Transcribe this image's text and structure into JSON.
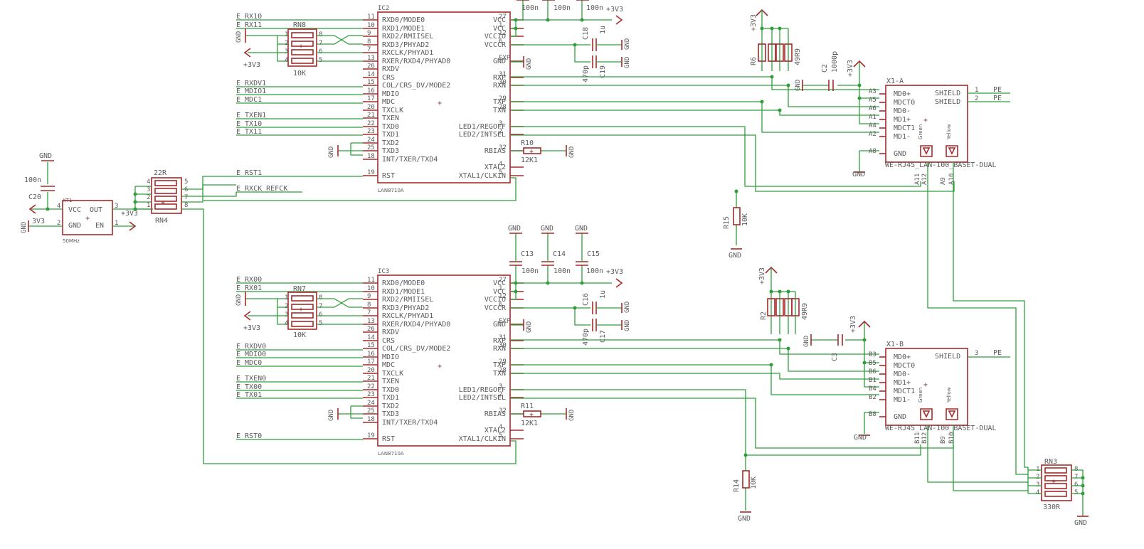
{
  "ic2": {
    "name": "IC2",
    "part": "LAN8710A",
    "left_pins": [
      {
        "num": "11",
        "label": "RXD0/MODE0"
      },
      {
        "num": "10",
        "label": "RXD1/MODE1"
      },
      {
        "num": "9",
        "label": "RXD2/RMIISEL"
      },
      {
        "num": "8",
        "label": "RXD3/PHYAD2"
      },
      {
        "num": "7",
        "label": "RXCLK/PHYAD1"
      },
      {
        "num": "13",
        "label": "RXER/RXD4/PHYAD0"
      },
      {
        "num": "26",
        "label": "RXDV"
      },
      {
        "num": "14",
        "label": "CRS"
      },
      {
        "num": "15",
        "label": "COL/CRS_DV/MODE2"
      },
      {
        "num": "16",
        "label": "MDIO"
      },
      {
        "num": "17",
        "label": "MDC"
      },
      {
        "num": "20",
        "label": "TXCLK"
      },
      {
        "num": "21",
        "label": "TXEN"
      },
      {
        "num": "22",
        "label": "TXD0"
      },
      {
        "num": "23",
        "label": "TXD1"
      },
      {
        "num": "24",
        "label": "TXD2"
      },
      {
        "num": "25",
        "label": "TXD3"
      },
      {
        "num": "18",
        "label": "INT/TXER/TXD4"
      },
      {
        "num": "19",
        "label": "RST"
      }
    ],
    "right_pins": [
      {
        "num": "27",
        "label": "VCC"
      },
      {
        "num": "1",
        "label": "VCC"
      },
      {
        "num": "12",
        "label": "VCCIO"
      },
      {
        "num": "6",
        "label": "VCCCR"
      },
      {
        "num": "EXP",
        "label": "GND"
      },
      {
        "num": "31",
        "label": "RXP"
      },
      {
        "num": "30",
        "label": "RXN"
      },
      {
        "num": "29",
        "label": "TXP"
      },
      {
        "num": "28",
        "label": "TXN"
      },
      {
        "num": "3",
        "label": "LED1/REGOFF"
      },
      {
        "num": "2",
        "label": "LED2/INTSEL"
      },
      {
        "num": "32",
        "label": "RBIAS"
      },
      {
        "num": "4",
        "label": "XTAL2"
      },
      {
        "num": "5",
        "label": "XTAL1/CLKIN"
      }
    ]
  },
  "ic3": {
    "name": "IC3",
    "part": "LAN8710A",
    "left_pins": [
      {
        "num": "11",
        "label": "RXD0/MODE0"
      },
      {
        "num": "10",
        "label": "RXD1/MODE1"
      },
      {
        "num": "9",
        "label": "RXD2/RMIISEL"
      },
      {
        "num": "8",
        "label": "RXD3/PHYAD2"
      },
      {
        "num": "7",
        "label": "RXCLK/PHYAD1"
      },
      {
        "num": "13",
        "label": "RXER/RXD4/PHYAD0"
      },
      {
        "num": "26",
        "label": "RXDV"
      },
      {
        "num": "14",
        "label": "CRS"
      },
      {
        "num": "15",
        "label": "COL/CRS_DV/MODE2"
      },
      {
        "num": "16",
        "label": "MDIO"
      },
      {
        "num": "17",
        "label": "MDC"
      },
      {
        "num": "20",
        "label": "TXCLK"
      },
      {
        "num": "21",
        "label": "TXEN"
      },
      {
        "num": "22",
        "label": "TXD0"
      },
      {
        "num": "23",
        "label": "TXD1"
      },
      {
        "num": "24",
        "label": "TXD2"
      },
      {
        "num": "25",
        "label": "TXD3"
      },
      {
        "num": "18",
        "label": "INT/TXER/TXD4"
      },
      {
        "num": "19",
        "label": "RST"
      }
    ],
    "right_pins": [
      {
        "num": "27",
        "label": "VCC"
      },
      {
        "num": "1",
        "label": "VCC"
      },
      {
        "num": "12",
        "label": "VCCIO"
      },
      {
        "num": "6",
        "label": "VCCCR"
      },
      {
        "num": "EXP",
        "label": "GND"
      },
      {
        "num": "31",
        "label": "RXP"
      },
      {
        "num": "30",
        "label": "RXN"
      },
      {
        "num": "29",
        "label": "TXP"
      },
      {
        "num": "28",
        "label": "TXN"
      },
      {
        "num": "3",
        "label": "LED1/REGOFF"
      },
      {
        "num": "2",
        "label": "LED2/INTSEL"
      },
      {
        "num": "32",
        "label": "RBIAS"
      },
      {
        "num": "4",
        "label": "XTAL2"
      },
      {
        "num": "5",
        "label": "XTAL1/CLKIN"
      }
    ]
  },
  "nets_top": [
    "E_RX10",
    "E_RX11",
    "E_RXDV1",
    "E_MDIO1",
    "E_MDC1",
    "E_TXEN1",
    "E_TX10",
    "E_TX11",
    "E_RST1"
  ],
  "nets_bottom": [
    "E_RX00",
    "E_RX01",
    "E_RXDV0",
    "E_MDIO0",
    "E_MDC0",
    "E_TXEN0",
    "E_TX00",
    "E_TX01",
    "E_RST0"
  ],
  "refclk_net": "E_RXCK_REFCK",
  "power": {
    "vcc": "+3V3",
    "vcc_alt": "3V3",
    "gnd": "GND",
    "pe": "PE"
  },
  "values": {
    "c100n": "100n",
    "c1u": "1u",
    "c470p": "470p",
    "r10k": "10K",
    "r12k1": "12K1",
    "r49r9": "49R9",
    "r22": "22R",
    "r330": "330R",
    "c1000p": "1000p"
  },
  "refs": {
    "rn8": "RN8",
    "rn7": "RN7",
    "rn4": "RN4",
    "rn3": "RN3",
    "c18": "C18",
    "c19": "C19",
    "c16": "C16",
    "c17": "C17",
    "c13": "C13",
    "c14": "C14",
    "c15": "C15",
    "c20": "C20",
    "c2": "C2",
    "c3": "C3",
    "r10": "R10",
    "r11": "R11",
    "r6": "R6",
    "r2": "R2",
    "r15": "R15",
    "r14": "R14",
    "xt1": "XT1"
  },
  "osc": {
    "vcc": "VCC",
    "out": "OUT",
    "gnd": "GND",
    "en": "EN",
    "freq": "50MHz",
    "p1": "1",
    "p2": "2",
    "p3": "3",
    "p4": "4"
  },
  "x1a": {
    "name": "X1-A",
    "part": "WE-RJ45_LAN-100_BASET-DUAL",
    "pins": [
      {
        "num": "A3",
        "label": "MD0+"
      },
      {
        "num": "A5",
        "label": "MDCT0"
      },
      {
        "num": "A6",
        "label": "MD0-"
      },
      {
        "num": "A1",
        "label": "MD1+"
      },
      {
        "num": "A4",
        "label": "MDCT1"
      },
      {
        "num": "A2",
        "label": "MD1-"
      },
      {
        "num": "A8",
        "label": "GND"
      }
    ],
    "shield": [
      {
        "num": "1",
        "label": "SHIELD"
      },
      {
        "num": "2",
        "label": "SHIELD"
      }
    ],
    "led_pins": [
      "A11",
      "A12",
      "A9",
      "A10"
    ]
  },
  "x1b": {
    "name": "X1-B",
    "part": "WE-RJ45_LAN-100_BASET-DUAL",
    "pins": [
      {
        "num": "B3",
        "label": "MD0+"
      },
      {
        "num": "B5",
        "label": "MDCT0"
      },
      {
        "num": "B6",
        "label": "MD0-"
      },
      {
        "num": "B1",
        "label": "MD1+"
      },
      {
        "num": "B4",
        "label": "MDCT1"
      },
      {
        "num": "B2",
        "label": "MD1-"
      },
      {
        "num": "B8",
        "label": "GND"
      }
    ],
    "shield": [
      {
        "num": "3",
        "label": "SHIELD"
      }
    ],
    "led_pins": [
      "B11",
      "B12",
      "B9",
      "B10"
    ]
  },
  "led_labels": {
    "green": "Green",
    "yellow": "Yellow"
  },
  "rn_pins": [
    "1",
    "2",
    "3",
    "4",
    "5",
    "6",
    "7",
    "8"
  ]
}
